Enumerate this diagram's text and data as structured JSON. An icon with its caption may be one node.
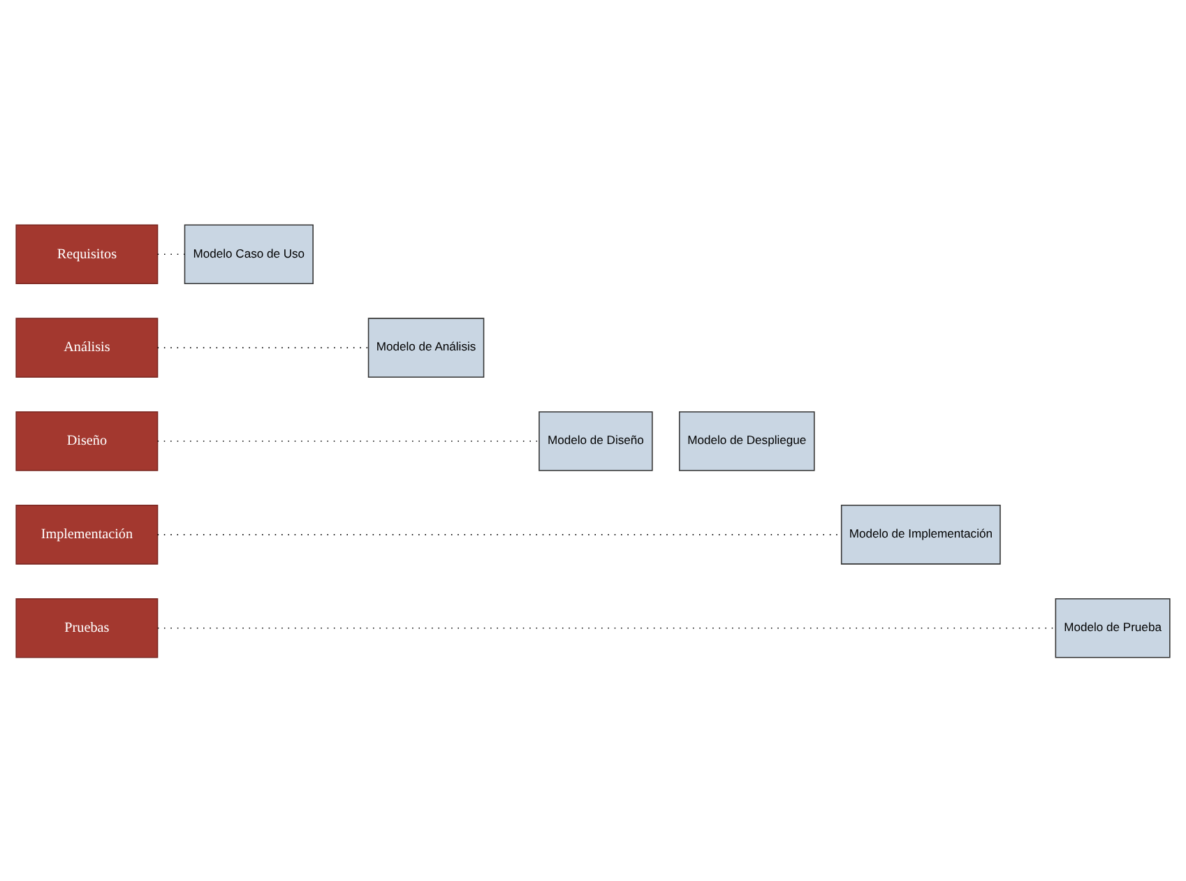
{
  "diagram": {
    "nodes": [
      {
        "text": [
          "Requisitos"
        ]
      },
      {
        "text": [
          "Modelo Caso de Uso"
        ]
      },
      {
        "text": [
          "Análisis"
        ]
      },
      {
        "text": [
          "Modelo de Análisis"
        ]
      },
      {
        "text": [
          "Diseño"
        ]
      },
      {
        "text": [
          "Modelo de Diseño"
        ]
      },
      {
        "text": [
          "Modelo de Despliegue"
        ]
      },
      {
        "text": [
          "Implementación"
        ]
      },
      {
        "text": [
          "Modelo de Implementación"
        ]
      },
      {
        "text": [
          "Pruebas"
        ]
      },
      {
        "text": [
          "Modelo de Prueba"
        ]
      }
    ],
    "edges": [
      {
        "from": 0,
        "to": 1,
        "arrow": "none",
        "style": "dashed"
      },
      {
        "from": 2,
        "to": 3,
        "arrow": "none",
        "style": "dashed"
      },
      {
        "from": 4,
        "to": 5,
        "arrow": "none",
        "style": "dashed"
      },
      {
        "from": 7,
        "to": 8,
        "arrow": "none",
        "style": "dashed"
      },
      {
        "from": 9,
        "to": 10,
        "arrow": "none",
        "style": "dashed"
      }
    ]
  }
}
